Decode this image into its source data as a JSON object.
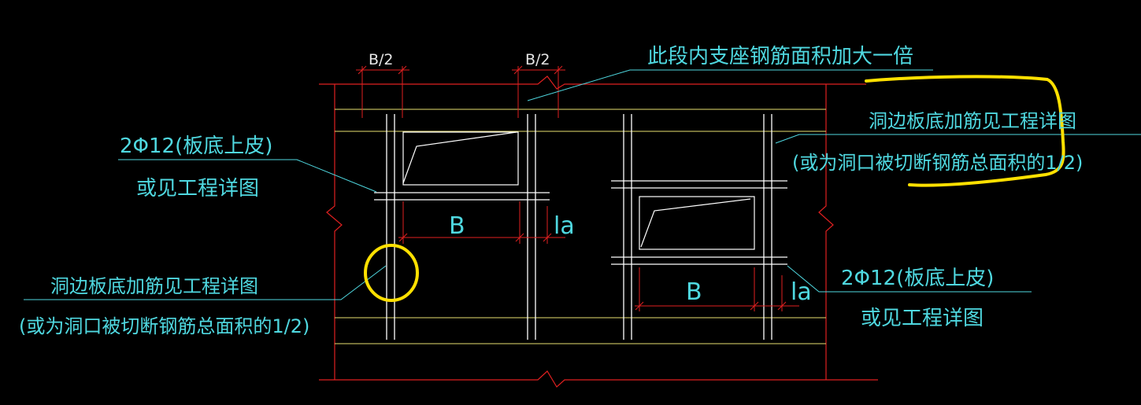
{
  "labels": {
    "top_note": "此段内支座钢筋面积加大一倍",
    "dim_half_left": "B/2",
    "dim_half_right": "B/2",
    "left_rebar_line1": "2Φ12(板底上皮)",
    "left_rebar_line2": "或见工程详图",
    "right_rebar_line1": "2Φ12(板底上皮)",
    "right_rebar_line2": "或见工程详图",
    "left_hole_note_line1": "洞边板底加筋见工程详图",
    "left_hole_note_line2": "(或为洞口被切断钢筋总面积的1/2)",
    "right_hole_note_line1": "洞边板底加筋见工程详图",
    "right_hole_note_line2": "(或为洞口被切断钢筋总面积的1/2)",
    "dim_b_left": "B",
    "dim_b_right": "B",
    "dim_la_left": "la",
    "dim_la_right": "la"
  },
  "colors": {
    "background": "#000000",
    "slab_edge": "#e02020",
    "rebar": "#ffffff",
    "leader": "#4fd8e0",
    "slab_band": "#e8e070",
    "highlight": "#ffe000"
  }
}
